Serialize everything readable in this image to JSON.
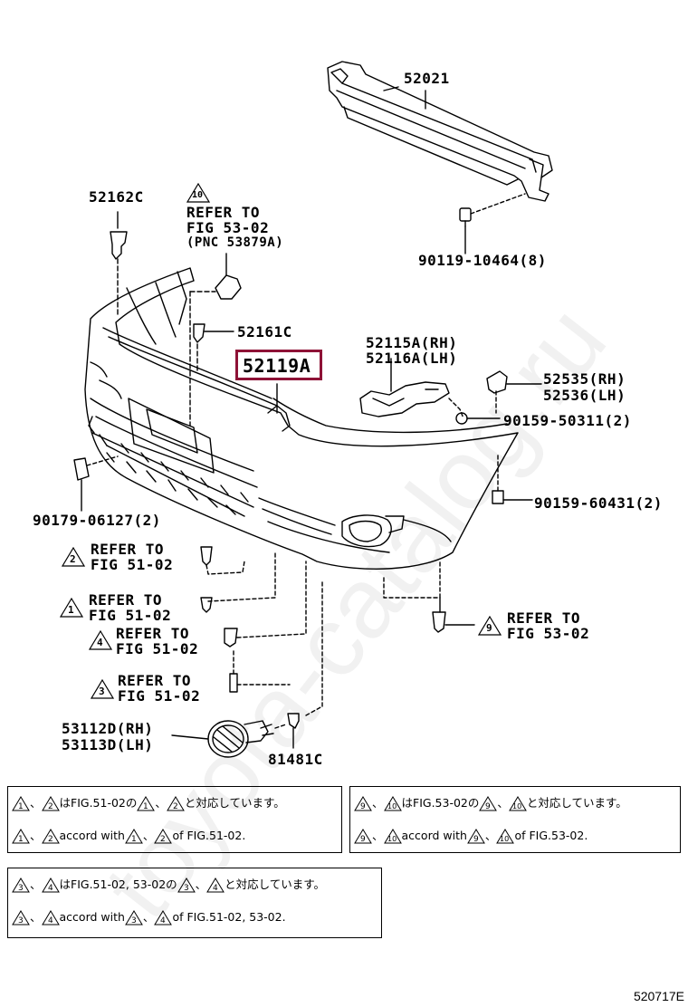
{
  "parts": {
    "p52021": "52021",
    "p52162C": "52162C",
    "p52161C": "52161C",
    "p52119A": "52119A",
    "p52115A": "52115A(RH)",
    "p52116A": "52116A(LH)",
    "p52535": "52535(RH)",
    "p52536": "52536(LH)",
    "p90159_50311": "90159-50311(2)",
    "p90159_60431": "90159-60431(2)",
    "p90119_10464": "90119-10464(8)",
    "p90179_06127": "90179-06127(2)",
    "p53112D": "53112D(RH)",
    "p53113D": "53113D(LH)",
    "p81481C": "81481C"
  },
  "refs": {
    "r10": {
      "num": "10",
      "line1": "REFER TO",
      "line2": "FIG 53-02",
      "line3": "(PNC 53879A)"
    },
    "r2": {
      "num": "2",
      "line1": "REFER TO",
      "line2": "FIG 51-02"
    },
    "r1": {
      "num": "1",
      "line1": "REFER TO",
      "line2": "FIG 51-02"
    },
    "r4": {
      "num": "4",
      "line1": "REFER TO",
      "line2": "FIG 51-02"
    },
    "r3": {
      "num": "3",
      "line1": "REFER TO",
      "line2": "FIG 51-02"
    },
    "r9": {
      "num": "9",
      "line1": "REFER TO",
      "line2": "FIG 53-02"
    }
  },
  "notes": {
    "n1": {
      "a": "1",
      "b": "2",
      "jp_mid": "はFIG.51-02の",
      "jp_end": "と対応しています。",
      "en_mid": "accord with",
      "en_end": "of FIG.51-02."
    },
    "n2": {
      "a": "9",
      "b": "10",
      "jp_mid": "はFIG.53-02の",
      "jp_end": "と対応しています。",
      "en_mid": "accord with",
      "en_end": "of FIG.53-02."
    },
    "n3": {
      "a": "3",
      "b": "4",
      "jp_mid": "はFIG.51-02, 53-02の",
      "jp_end": "と対応しています。",
      "en_mid": "accord with",
      "en_end": "of FIG.51-02, 53-02."
    },
    "sep": "、"
  },
  "watermark": "toyota-catalog.ru",
  "figure_code": "520717E",
  "colors": {
    "highlight": "#8e1236",
    "line": "#000000"
  }
}
